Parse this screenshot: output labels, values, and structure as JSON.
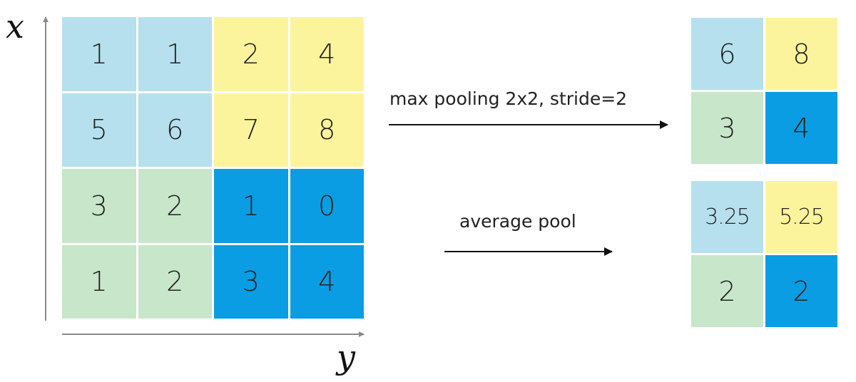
{
  "axes": {
    "x_label": "x",
    "y_label": "y"
  },
  "input_matrix": [
    [
      {
        "value": "1",
        "color": "#b6e0ee"
      },
      {
        "value": "1",
        "color": "#b6e0ee"
      },
      {
        "value": "2",
        "color": "#fcf49c"
      },
      {
        "value": "4",
        "color": "#fcf49c"
      }
    ],
    [
      {
        "value": "5",
        "color": "#b6e0ee"
      },
      {
        "value": "6",
        "color": "#b6e0ee"
      },
      {
        "value": "7",
        "color": "#fcf49c"
      },
      {
        "value": "8",
        "color": "#fcf49c"
      }
    ],
    [
      {
        "value": "3",
        "color": "#c8e6ca"
      },
      {
        "value": "2",
        "color": "#c8e6ca"
      },
      {
        "value": "1",
        "color": "#0a9de3"
      },
      {
        "value": "0",
        "color": "#0a9de3"
      }
    ],
    [
      {
        "value": "1",
        "color": "#c8e6ca"
      },
      {
        "value": "2",
        "color": "#c8e6ca"
      },
      {
        "value": "3",
        "color": "#0a9de3"
      },
      {
        "value": "4",
        "color": "#0a9de3"
      }
    ]
  ],
  "max_pool": {
    "label": "max pooling 2x2, stride=2",
    "output": [
      [
        {
          "value": "6",
          "color": "#b6e0ee"
        },
        {
          "value": "8",
          "color": "#fcf49c"
        }
      ],
      [
        {
          "value": "3",
          "color": "#c8e6ca"
        },
        {
          "value": "4",
          "color": "#0a9de3"
        }
      ]
    ]
  },
  "avg_pool": {
    "label": "average pool",
    "output": [
      [
        {
          "value": "3.25",
          "color": "#b6e0ee"
        },
        {
          "value": "5.25",
          "color": "#fcf49c"
        }
      ],
      [
        {
          "value": "2",
          "color": "#c8e6ca"
        },
        {
          "value": "2",
          "color": "#0a9de3"
        }
      ]
    ]
  }
}
